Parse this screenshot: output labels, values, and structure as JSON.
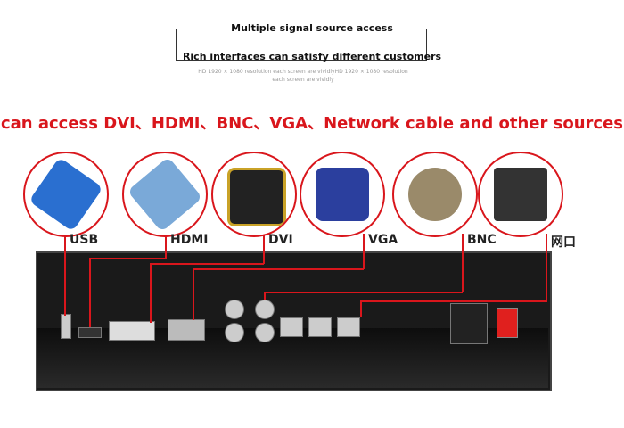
{
  "header": {
    "title": "Multiple signal source access",
    "subtitle": "Rich interfaces can satisfy different customers",
    "description": "HD 1920 × 1080 resolution each screen are vividlyHD 1920 × 1080 resolution each screen are vividly"
  },
  "headline": "can access DVI、HDMI、BNC、VGA、Network cable and other sources",
  "connectors": [
    {
      "label": "USB",
      "icon": "usb-cable-icon",
      "color": "#2a6fd0"
    },
    {
      "label": "HDMI",
      "icon": "hdmi-cable-icon",
      "color": "#7aa9d8"
    },
    {
      "label": "DVI",
      "icon": "dvi-cable-icon",
      "color": "#222222"
    },
    {
      "label": "VGA",
      "icon": "vga-cable-icon",
      "color": "#2b3f9e"
    },
    {
      "label": "BNC",
      "icon": "bnc-cable-icon",
      "color": "#9a8a6a"
    },
    {
      "label": "网口",
      "icon": "ethernet-cable-icon",
      "color": "#333333"
    }
  ],
  "colors": {
    "accent": "#d9161c"
  }
}
